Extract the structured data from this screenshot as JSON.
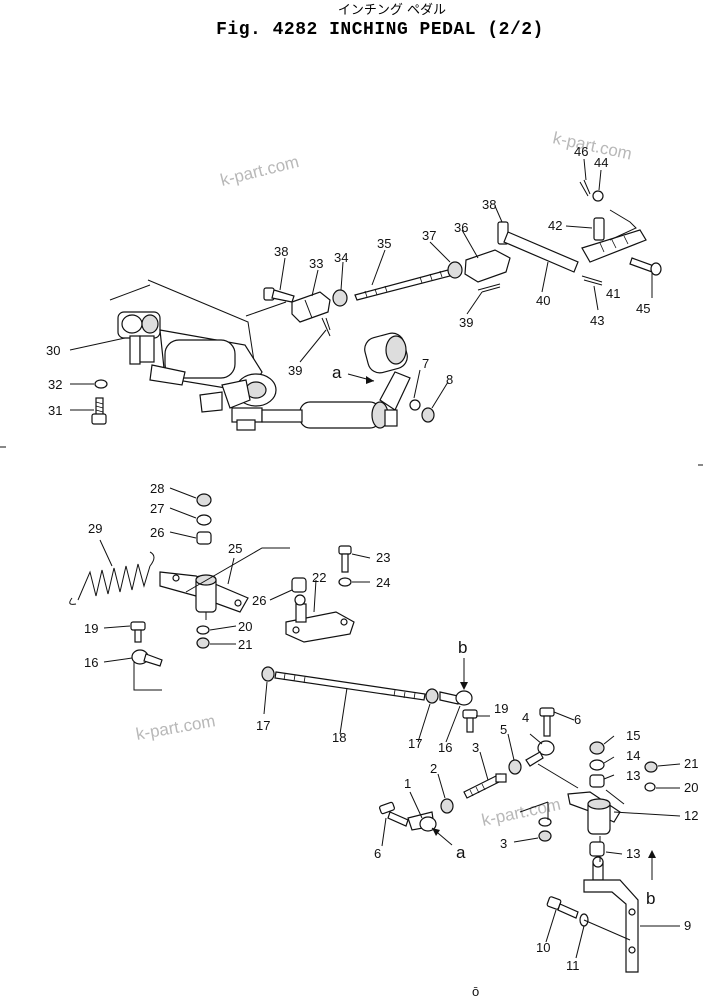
{
  "header": {
    "title_jp": "インチング ペダル",
    "title": "Fig. 4282 INCHING PEDAL (2/2)"
  },
  "watermarks": [
    "k-part.com",
    "k-part.com",
    "k-part.com",
    "k-part.com"
  ],
  "callouts": {
    "c46": "46",
    "c44": "44",
    "c42": "42",
    "c38a": "38",
    "c36": "36",
    "c41": "41",
    "c45": "45",
    "c43": "43",
    "c40": "40",
    "c39a": "39",
    "c37": "37",
    "c35": "35",
    "c34": "34",
    "c33": "33",
    "c38b": "38",
    "c39b": "39",
    "c30": "30",
    "c32": "32",
    "c31": "31",
    "ca1": "a",
    "c7": "7",
    "c8": "8",
    "c28": "28",
    "c27": "27",
    "c26a": "26",
    "c29": "29",
    "c25": "25",
    "c23": "23",
    "c22": "22",
    "c24": "24",
    "c26b": "26",
    "c19a": "19",
    "c20a": "20",
    "c21a": "21",
    "c16a": "16",
    "c17a": "17",
    "c18": "18",
    "c17b": "17",
    "c16b": "16",
    "cb1": "b",
    "c19b": "19",
    "c5": "5",
    "c4": "4",
    "c6a": "6",
    "c3a": "3",
    "c15": "15",
    "c14": "14",
    "c13a": "13",
    "c21b": "21",
    "c20b": "20",
    "c12": "12",
    "c2": "2",
    "c1": "1",
    "c6b": "6",
    "ca2": "a",
    "c3b": "3",
    "c13b": "13",
    "cb2": "b",
    "c9": "9",
    "c10": "10",
    "c11": "11"
  },
  "footer_mark": "ō"
}
